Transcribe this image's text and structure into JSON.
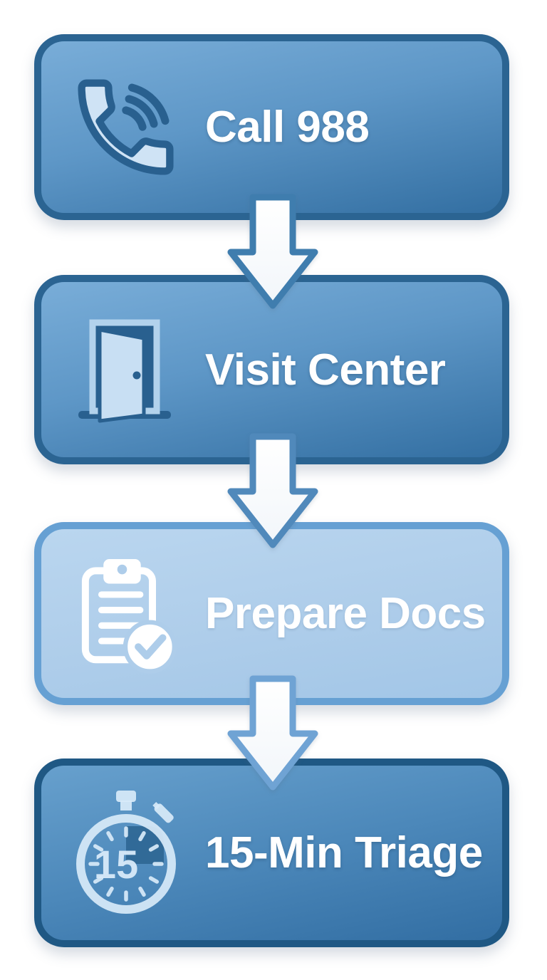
{
  "flowchart": {
    "type": "vertical-process-flow",
    "connector": "block-down-arrow",
    "steps": [
      {
        "label": "Call 988",
        "icon": "phone-call-icon"
      },
      {
        "label": "Visit Center",
        "icon": "open-door-icon"
      },
      {
        "label": "Prepare Docs",
        "icon": "clipboard-check-icon"
      },
      {
        "label": "15-Min Triage",
        "icon": "stopwatch-icon",
        "stopwatch_number": "15"
      }
    ],
    "colors": {
      "dark_step_fill_top": "#79add8",
      "dark_step_fill_bottom": "#336fa2",
      "dark_step_border": "#2b6492",
      "light_step_fill": "#aecdea",
      "light_step_border": "#66a0d3",
      "last_step_border": "#1f5884",
      "label_text": "#ffffff",
      "arrow_fill": "#ffffff",
      "arrow_border_1": "#3f7dae",
      "arrow_border_2": "#5089bb",
      "arrow_border_3": "#6fa3d4",
      "icon_light_fill": "#cfe3f5",
      "icon_dark_stroke": "#29608f",
      "page_background": "#ffffff"
    }
  }
}
